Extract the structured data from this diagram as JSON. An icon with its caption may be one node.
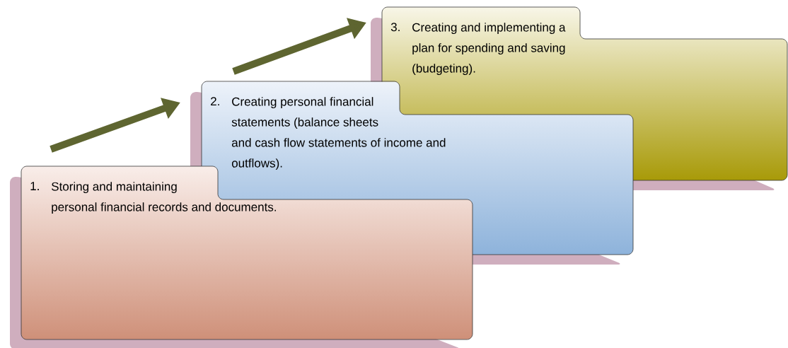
{
  "diagram": {
    "nodes": [
      {
        "text": [
          "1.",
          "Storing and maintaining personal financial records and documents."
        ]
      },
      {
        "text": [
          "2.",
          "Creating personal financial statements (balance sheets and cash flow statements of income and outflows)."
        ]
      },
      {
        "text": [
          "3.",
          "Creating and implementing a plan for spending and saving (budgeting)."
        ]
      }
    ],
    "edges": [
      {
        "from": 0,
        "to": 1,
        "arrow": "to"
      },
      {
        "from": 1,
        "to": 2,
        "arrow": "to"
      }
    ]
  }
}
